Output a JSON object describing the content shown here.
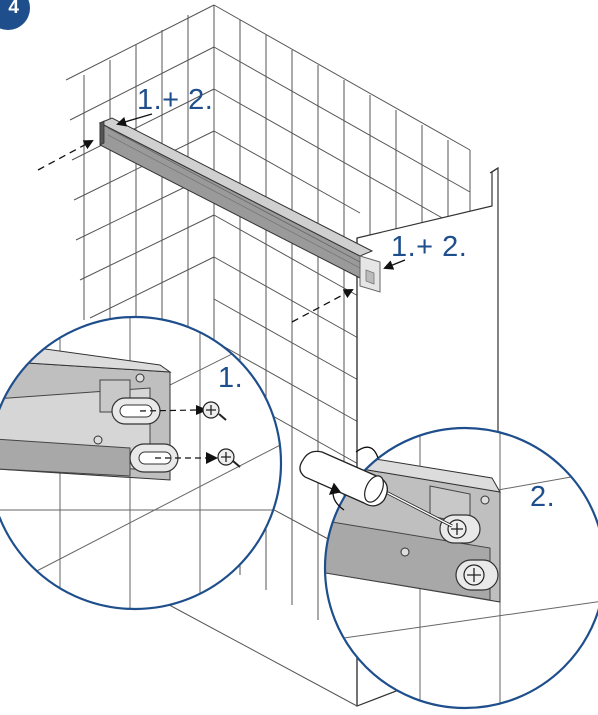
{
  "step": {
    "number": "4"
  },
  "labels": {
    "top_left": "1.+ 2.",
    "top_right": "1.+ 2.",
    "zoom_left": "1.",
    "zoom_right": "2."
  },
  "colors": {
    "accent": "#1e4f8c",
    "line": "#2a2a2a",
    "rail": "#9a9a9a",
    "rail_dark": "#6e6e6e"
  },
  "icons": [
    "screw-icon",
    "screwdriver-icon",
    "arrow-icon",
    "rotation-arrow-icon"
  ]
}
